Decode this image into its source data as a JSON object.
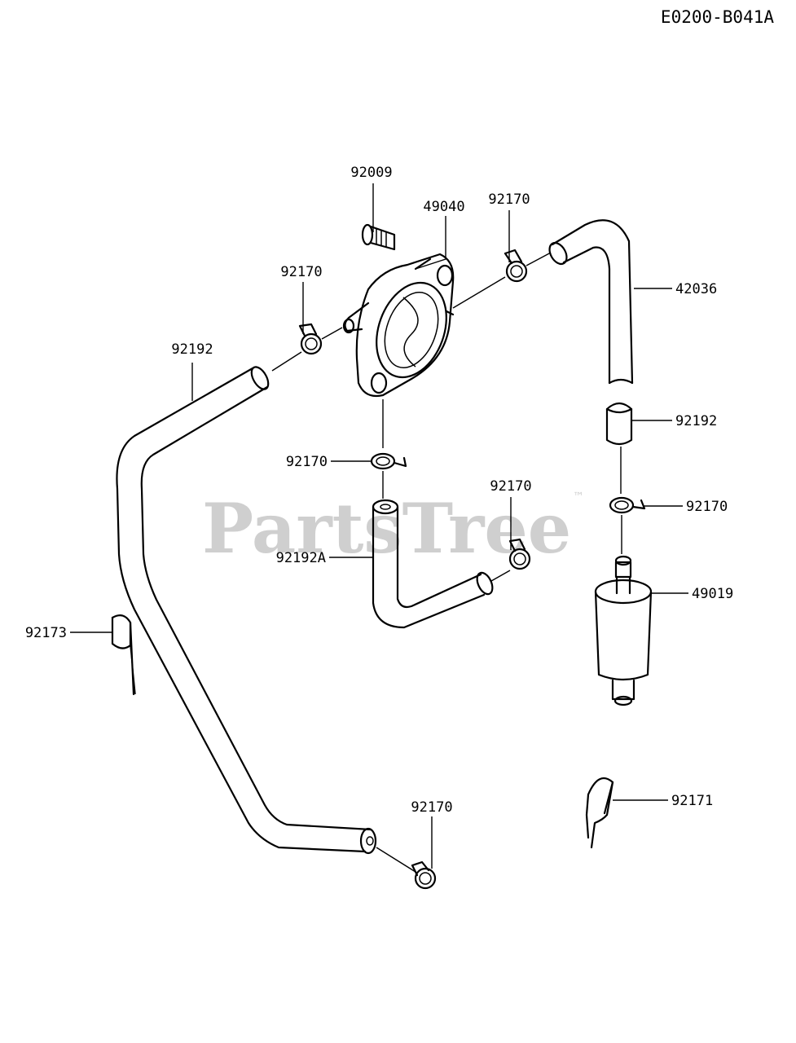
{
  "diagram_code": "E0200-B041A",
  "watermark": {
    "text": "PartsTree",
    "trademark": "™"
  },
  "callouts": [
    {
      "id": "c-92009",
      "text": "92009"
    },
    {
      "id": "c-49040",
      "text": "49040"
    },
    {
      "id": "c-92170-top",
      "text": "92170"
    },
    {
      "id": "c-42036",
      "text": "42036"
    },
    {
      "id": "c-92170-left",
      "text": "92170"
    },
    {
      "id": "c-92192-left",
      "text": "92192"
    },
    {
      "id": "c-92192-right",
      "text": "92192"
    },
    {
      "id": "c-92170-mid",
      "text": "92170"
    },
    {
      "id": "c-92170-center",
      "text": "92170"
    },
    {
      "id": "c-92170-right",
      "text": "92170"
    },
    {
      "id": "c-92192A",
      "text": "92192A"
    },
    {
      "id": "c-49019",
      "text": "49019"
    },
    {
      "id": "c-92173",
      "text": "92173"
    },
    {
      "id": "c-92170-bottom",
      "text": "92170"
    },
    {
      "id": "c-92171",
      "text": "92171"
    }
  ]
}
